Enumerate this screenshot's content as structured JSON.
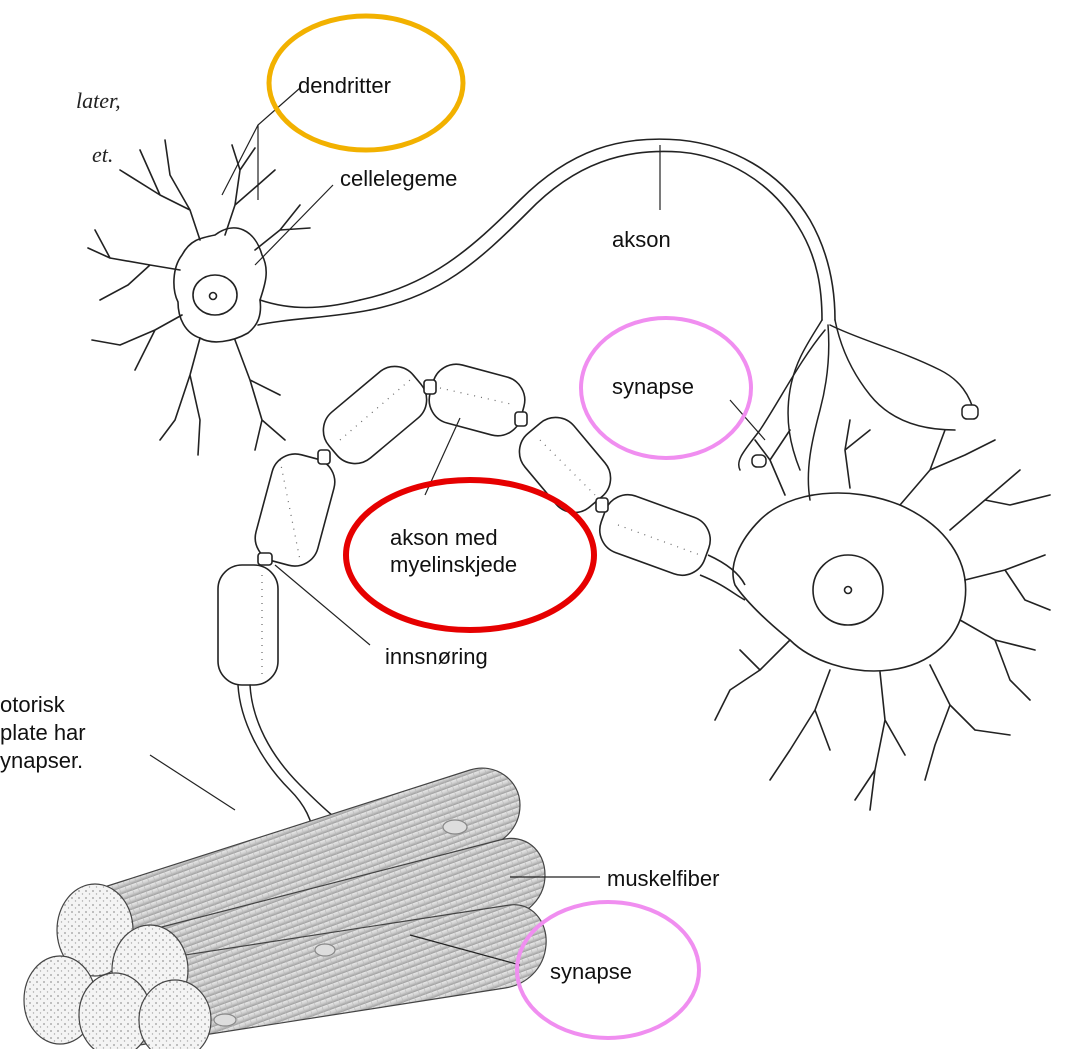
{
  "labels": {
    "dendrites": "dendritter",
    "cell_body": "cellelegeme",
    "axon": "akson",
    "synapse_top": "synapse",
    "myelin_line1": "akson med",
    "myelin_line2": "myelinskjede",
    "node": "innsnøring",
    "muscle_fiber": "muskelfiber",
    "synapse_bottom": "synapse",
    "motor_line1": "otorisk",
    "motor_line2": "plate har",
    "motor_line3": "ynapser.",
    "margin_line1": "later,",
    "margin_line2": "et."
  },
  "highlight_colors": {
    "dendrites": "#f2b100",
    "synapse": "#f08ef0",
    "myelin": "#e60000"
  }
}
